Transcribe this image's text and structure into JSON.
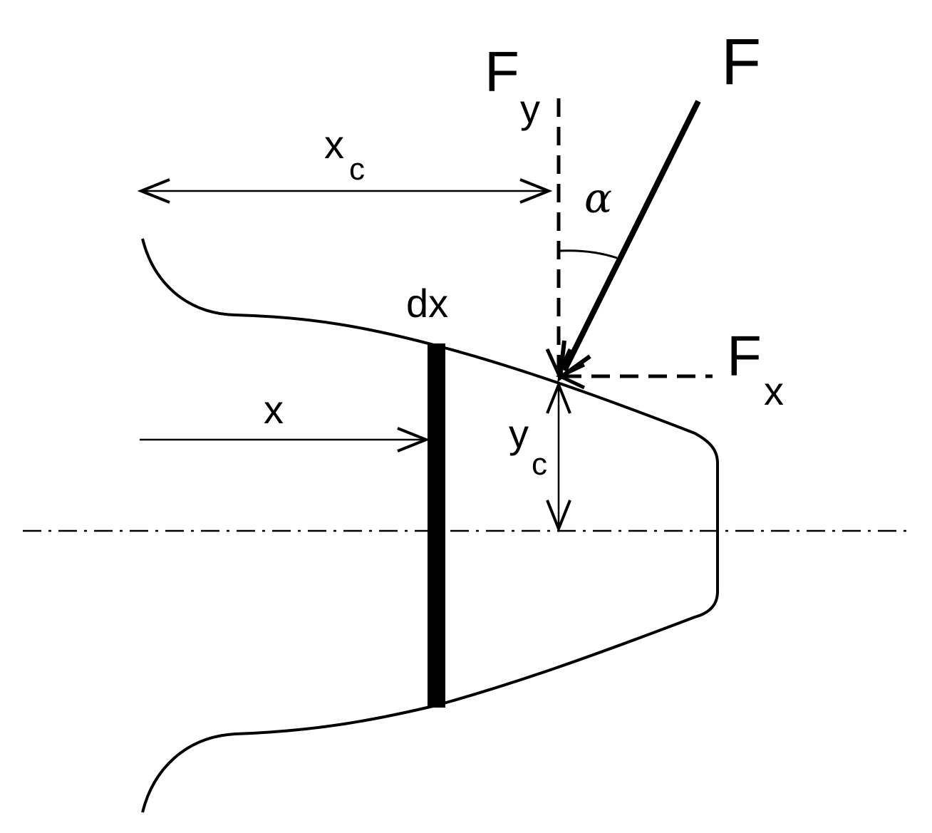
{
  "labels": {
    "force": "F",
    "force_y_main": "F",
    "force_y_sub": "y",
    "force_x_main": "F",
    "force_x_sub": "x",
    "alpha": "α",
    "xc_main": "x",
    "xc_sub": "c",
    "yc_main": "y",
    "yc_sub": "c",
    "x": "x",
    "dx": "dx"
  },
  "colors": {
    "ink": "#000000",
    "background": "#ffffff"
  }
}
